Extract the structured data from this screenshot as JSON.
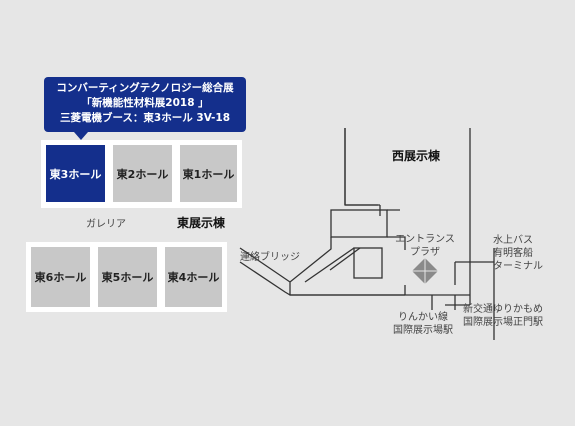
{
  "callout": {
    "line1": "コンバーティングテクノロジー総合展",
    "line2": "「新機能性材料展2018 」",
    "line3": "三菱電機ブース：東3ホール 3V-18"
  },
  "halls": {
    "east3": "東3ホール",
    "east2": "東2ホール",
    "east1": "東1ホール",
    "east6": "東6ホール",
    "east5": "東5ホール",
    "east4": "東4ホール"
  },
  "labels": {
    "galleria": "ガレリア",
    "east_exhibition": "東展示棟",
    "west_exhibition": "西展示棟",
    "bridge": "連絡ブリッジ",
    "entrance_line1": "エントランス",
    "entrance_line2": "プラザ",
    "water_bus_line1": "水上バス",
    "water_bus_line2": "有明客船",
    "water_bus_line3": "ターミナル",
    "rinkai_line1": "りんかい線",
    "rinkai_line2": "国際展示場駅",
    "yurikamome_line1": "新交通ゆりかもめ",
    "yurikamome_line2": "国際展示場正門駅"
  },
  "colors": {
    "highlight": "#142f8c",
    "hall": "#c8c8c8",
    "background": "#e6e6e6",
    "path": "#333333"
  }
}
